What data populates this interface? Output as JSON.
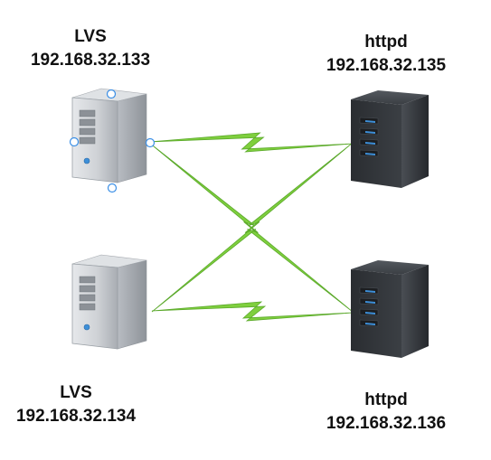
{
  "nodes": [
    {
      "id": "lvs-1",
      "role": "LVS",
      "ip": "192.168.32.133",
      "kind": "light-server",
      "selected": true
    },
    {
      "id": "lvs-2",
      "role": "LVS",
      "ip": "192.168.32.134",
      "kind": "light-server",
      "selected": false
    },
    {
      "id": "httpd-1",
      "role": "httpd",
      "ip": "192.168.32.135",
      "kind": "dark-server",
      "selected": false
    },
    {
      "id": "httpd-2",
      "role": "httpd",
      "ip": "192.168.32.136",
      "kind": "dark-server",
      "selected": false
    }
  ],
  "links": [
    {
      "from": "lvs-1",
      "to": "httpd-1",
      "style": "lightning"
    },
    {
      "from": "lvs-1",
      "to": "httpd-2",
      "style": "straight"
    },
    {
      "from": "lvs-2",
      "to": "httpd-1",
      "style": "straight"
    },
    {
      "from": "lvs-2",
      "to": "httpd-2",
      "style": "lightning"
    }
  ],
  "colors": {
    "link": "#7fcf3e",
    "link_edge": "#5aa82a",
    "light_server": "#c9ccd1",
    "dark_server": "#2c2f33",
    "server_led": "#3d8fd8",
    "selection_handle": "#3b8fe6"
  }
}
